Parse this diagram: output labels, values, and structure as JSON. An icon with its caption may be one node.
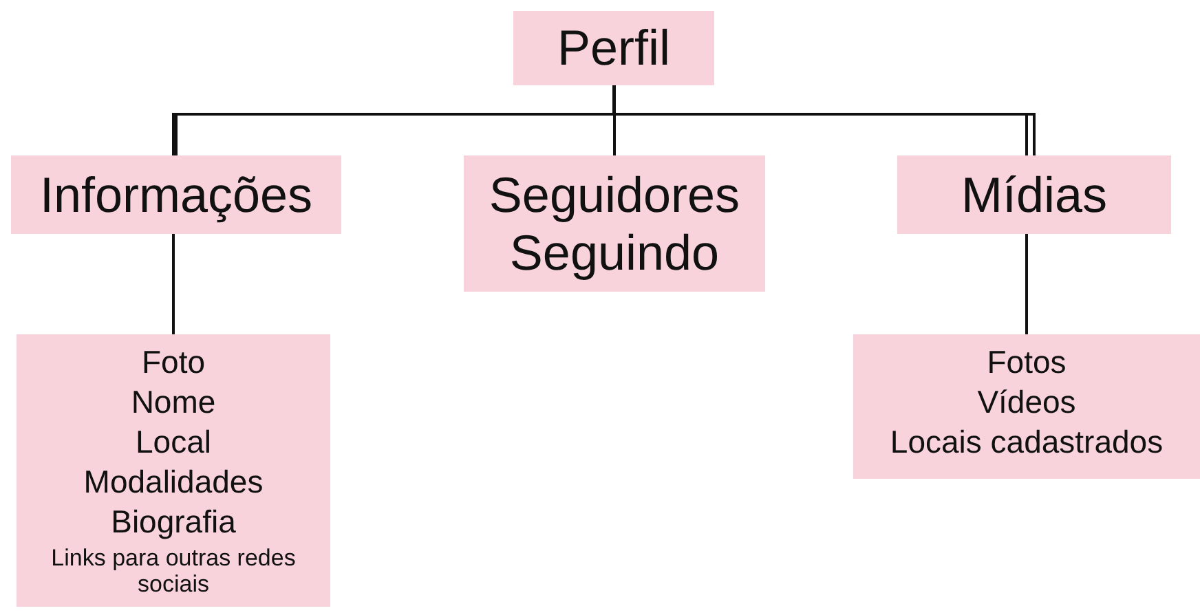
{
  "diagram": {
    "nodes": [
      {
        "text": [
          "Perfil"
        ]
      },
      {
        "text": [
          "Informações"
        ]
      },
      {
        "text": [
          "Seguidores",
          "Seguindo"
        ]
      },
      {
        "text": [
          "Mídias"
        ]
      },
      {
        "text": [
          "Foto",
          "Nome",
          "Local",
          "Modalidades",
          "Biografia",
          "Links para outras redes sociais"
        ]
      },
      {
        "text": [
          "Fotos",
          "Vídeos",
          "Locais cadastrados"
        ]
      }
    ],
    "edges": [
      {
        "from": 0,
        "to": 1,
        "arrow": "none"
      },
      {
        "from": 0,
        "to": 2,
        "arrow": "none"
      },
      {
        "from": 0,
        "to": 3,
        "arrow": "none"
      },
      {
        "from": 1,
        "to": 4,
        "arrow": "none"
      },
      {
        "from": 3,
        "to": 5,
        "arrow": "none"
      }
    ]
  }
}
